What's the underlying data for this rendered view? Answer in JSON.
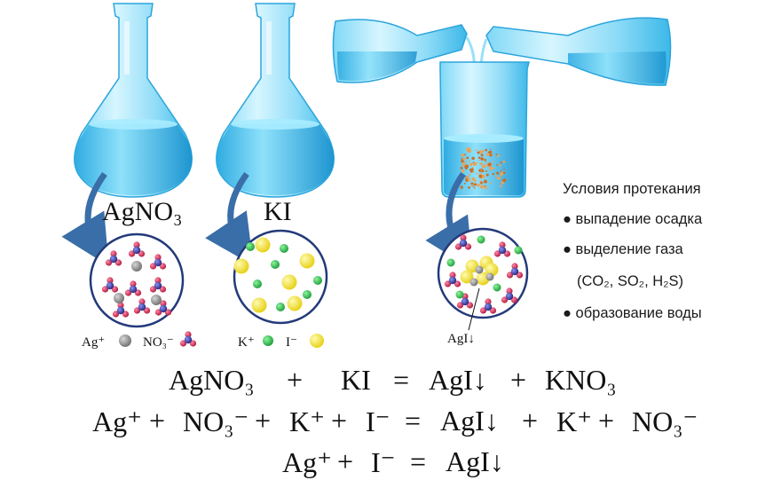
{
  "flask_labels": {
    "agno3": "AgNO₃",
    "ki": "KI"
  },
  "legend": {
    "ag": "Ag⁺",
    "no3": "NO₃⁻",
    "k": "K⁺",
    "i": "I⁻",
    "agi": "AgI↓"
  },
  "conditions": {
    "title": "Условия протекания",
    "items": [
      "● выпадение осадка",
      "● выделение газа",
      "(CO₂, SO₂, H₂S)",
      "● образование воды"
    ]
  },
  "equations": {
    "molecular": [
      "AgNO₃",
      "+",
      "KI",
      "=",
      "AgI↓",
      "+",
      "KNO₃"
    ],
    "full_ionic": [
      "Ag⁺",
      "+",
      "NO₃⁻",
      "+",
      "K⁺",
      "+",
      "I⁻",
      "=",
      "AgI↓",
      "+",
      "K⁺",
      "+",
      "NO₃⁻"
    ],
    "short_ionic": [
      "Ag⁺",
      "+",
      "I⁻",
      "=",
      "AgI↓"
    ]
  },
  "colors": {
    "glass_light": "#bfeefc",
    "glass_mid": "#5fd0f3",
    "glass_dark": "#1a9fd6",
    "arrow": "#3a6ea8",
    "silver": "#8a8a8a",
    "potassium": "#2db84b",
    "iodide": "#f2e23a",
    "nitrogen": "#3b3fa8",
    "oxygen": "#d4264d",
    "precipitate": "#e8a45a"
  }
}
